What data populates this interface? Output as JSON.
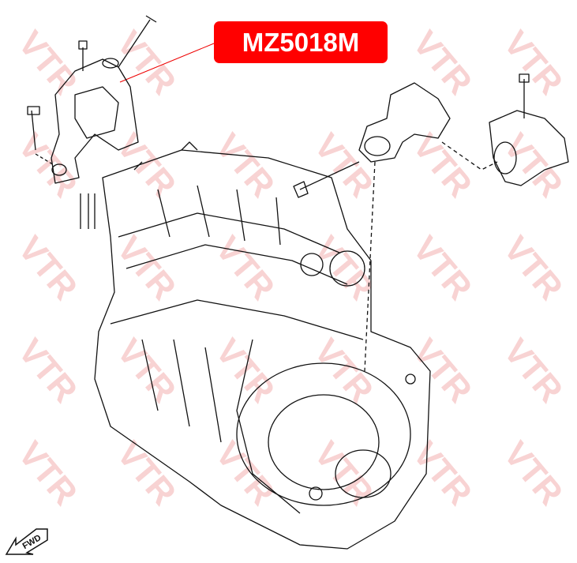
{
  "part_label": "MZ5018M",
  "watermark": "VTR",
  "direction_indicator": "FWD",
  "colors": {
    "label_bg": "#ff0000",
    "label_text": "#ffffff",
    "watermark": "#f8d3d3",
    "line_art": "#111111"
  }
}
